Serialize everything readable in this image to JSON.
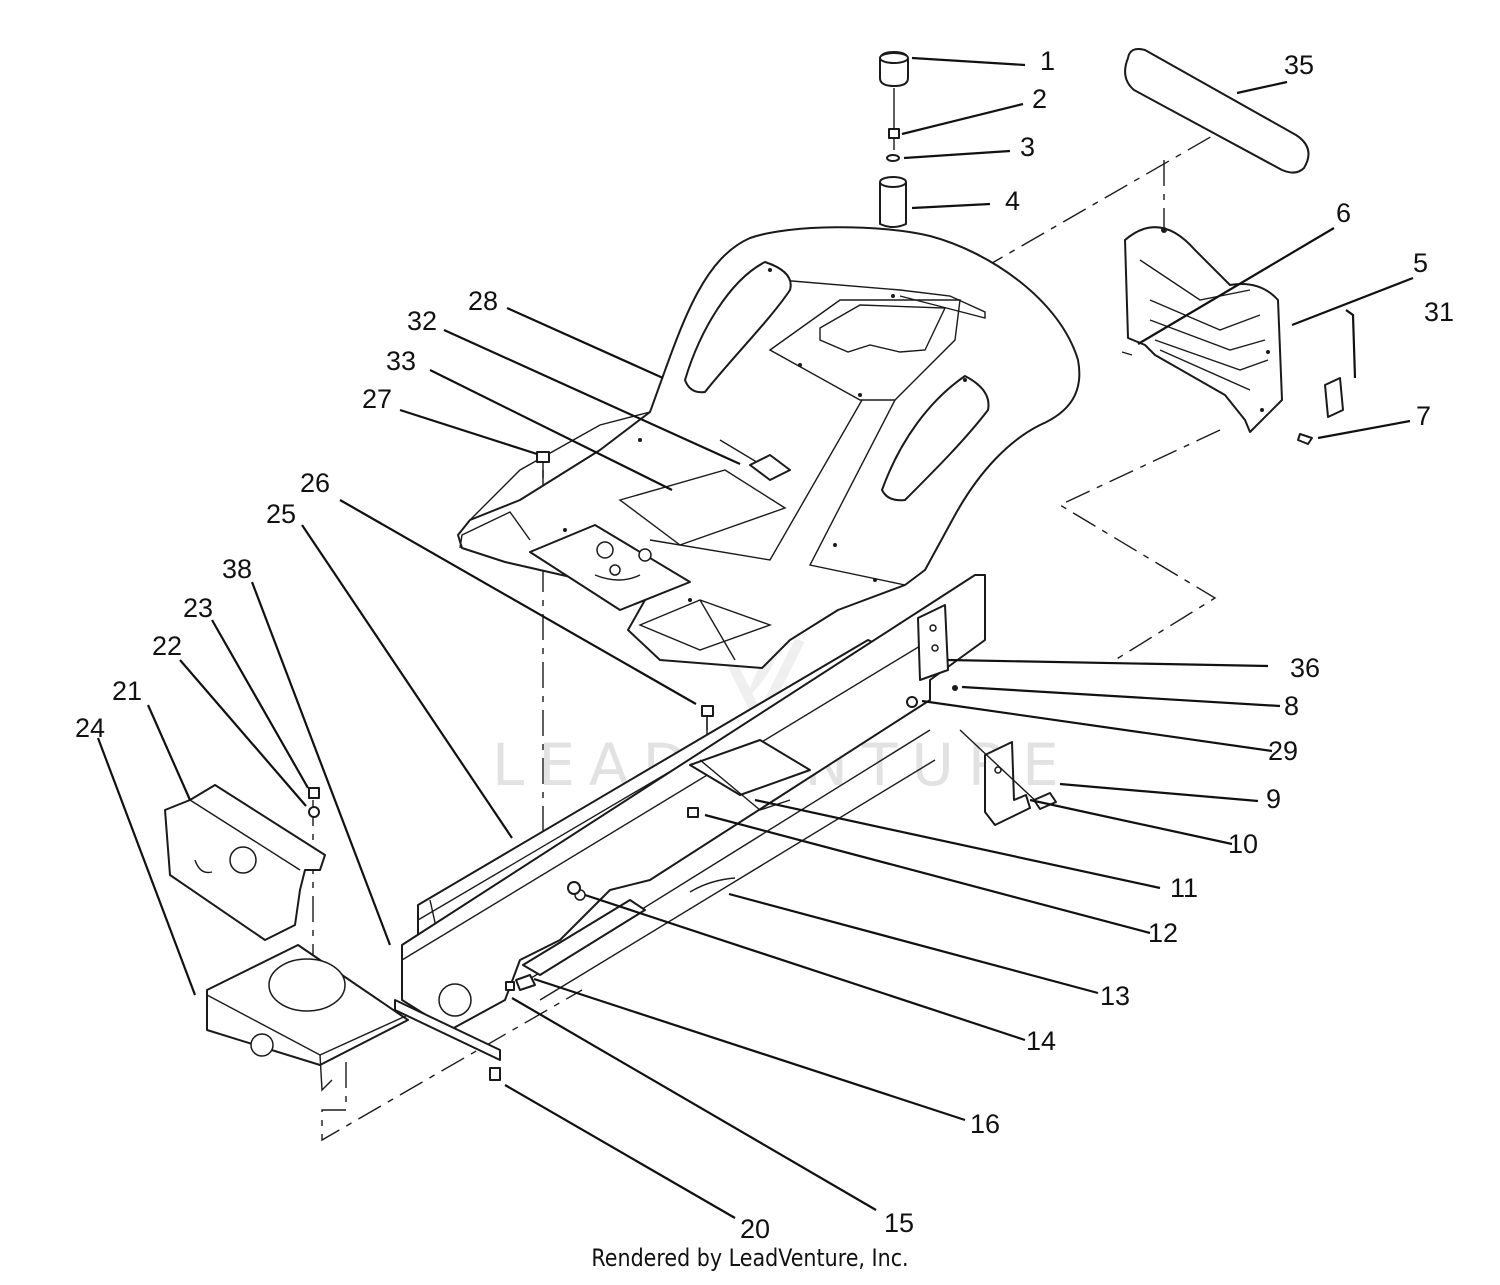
{
  "callouts": [
    "1",
    "2",
    "3",
    "4",
    "5",
    "6",
    "7",
    "8",
    "9",
    "10",
    "11",
    "12",
    "13",
    "14",
    "15",
    "16",
    "20",
    "21",
    "22",
    "23",
    "24",
    "25",
    "26",
    "27",
    "28",
    "29",
    "31",
    "32",
    "33",
    "35",
    "36",
    "38"
  ],
  "watermark": "LEADVENTURE",
  "credit": "Rendered by LeadVenture, Inc.",
  "colors": {
    "ink": "#111111",
    "paper": "#ffffff",
    "watermark": "#e2e2e2"
  }
}
